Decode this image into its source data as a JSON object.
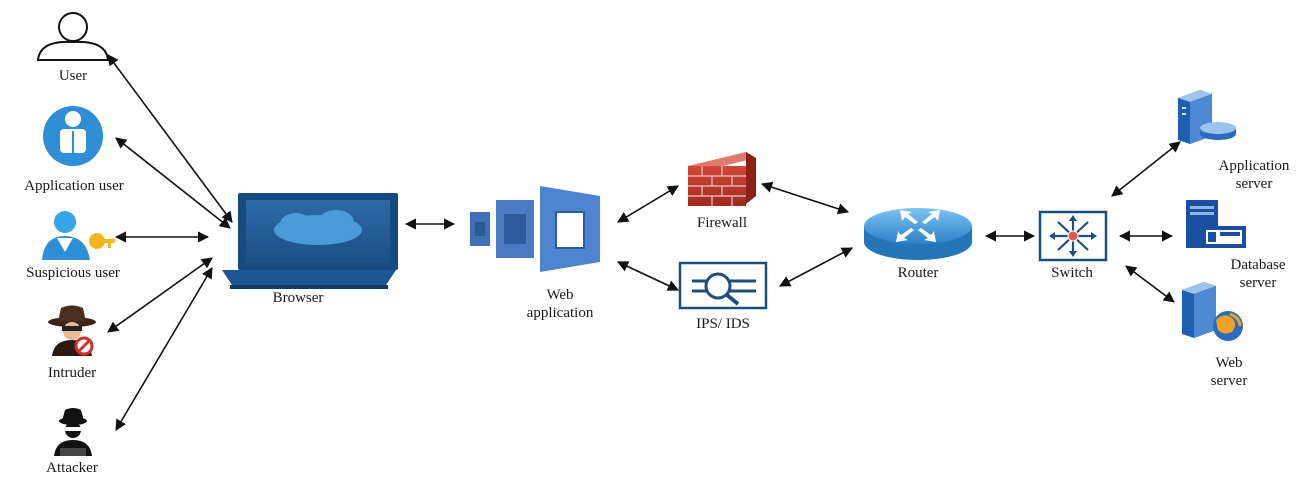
{
  "nodes": {
    "user": "User",
    "app_user": "Application user",
    "suspicious_user": "Suspicious user",
    "intruder": "Intruder",
    "attacker": "Attacker",
    "browser": "Browser",
    "web_app_line1": "Web",
    "web_app_line2": "application",
    "firewall": "Firewall",
    "ips_ids": "IPS/ IDS",
    "router": "Router",
    "switch": "Switch",
    "app_server_line1": "Application",
    "app_server_line2": "server",
    "db_server_line1": "Database",
    "db_server_line2": "server",
    "web_server_line1": "Web",
    "web_server_line2": "server"
  },
  "colors": {
    "accent_blue": "#2f6db5",
    "firewall_red": "#c0392b",
    "switch_border": "#1f4e79",
    "arrow": "#111111"
  }
}
